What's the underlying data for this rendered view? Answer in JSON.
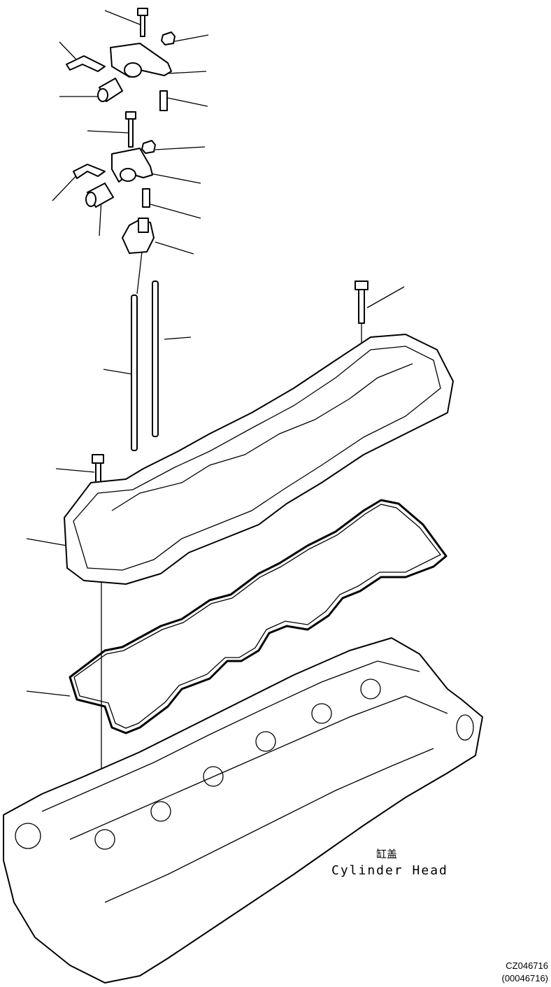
{
  "diagram": {
    "part_label_cn": "缸盖",
    "part_label_en": "Cylinder Head",
    "drawing_code": "CZ046716",
    "drawing_code_alt": "(00046716)"
  },
  "colors": {
    "line": "#000000",
    "background": "#ffffff"
  }
}
